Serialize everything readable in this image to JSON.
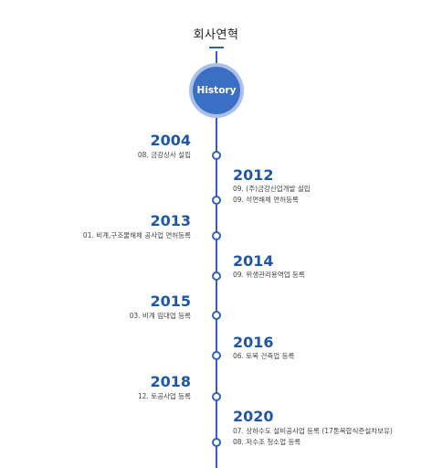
{
  "page": {
    "title": "회사연혁",
    "badge": "History"
  },
  "history": [
    {
      "year": "2004",
      "items": [
        "08. 금강상사 설립"
      ]
    },
    {
      "year": "2012",
      "items": [
        "09. (주)금강산업개발 설립",
        "09. 석면해체 면허등록"
      ]
    },
    {
      "year": "2013",
      "items": [
        "01. 비계,구조물해체 공사업 면허등록"
      ]
    },
    {
      "year": "2014",
      "items": [
        "09. 위생관리용역업 등록"
      ]
    },
    {
      "year": "2015",
      "items": [
        "03. 비계 임대업 등록"
      ]
    },
    {
      "year": "2016",
      "items": [
        "06. 토목 건축업 등록"
      ]
    },
    {
      "year": "2018",
      "items": [
        "12. 토공사업 등록"
      ]
    },
    {
      "year": "2020",
      "items": [
        "07. 상하수도 설비공사업 등록 (17톤복합식준설차보유)",
        "08. 저수조 청소업 등록"
      ]
    }
  ]
}
